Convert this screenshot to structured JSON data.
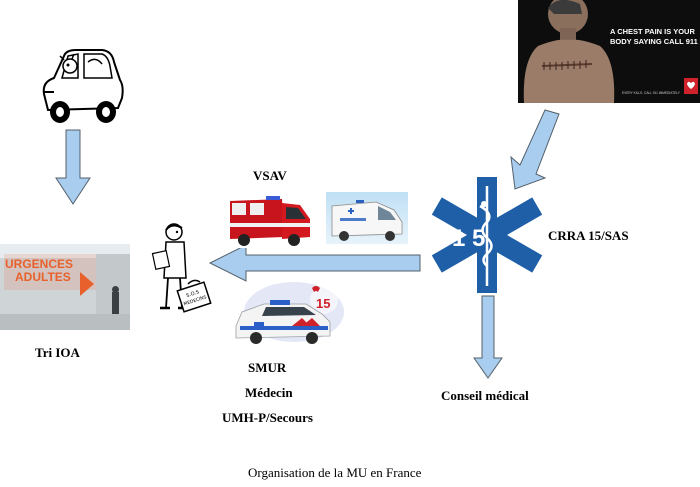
{
  "labels": {
    "tri": "Tri IOA",
    "vsav": "VSAV",
    "crra": "CRRA 15/SAS",
    "smur": [
      "SMUR",
      "Médecin",
      "UMH-P/Secours"
    ],
    "conseil": "Conseil médical"
  },
  "caption": "Organisation de la MU en France",
  "urgences_sign": [
    "URGENCES",
    "ADULTES"
  ],
  "star_of_life_text": "1 5",
  "smur_logo": "15",
  "sos_sign": [
    "S.O.S",
    "MEDECINS"
  ],
  "poster": {
    "headline": [
      "A CHEST PAIN IS YOUR",
      "BODY SAYING CALL 911"
    ],
    "footer": "EVERY KILLS. CALL 911 IMMEDIATELY"
  },
  "colors": {
    "arrow_fill": "#a9cdee",
    "arrow_stroke": "#54606b",
    "star_of_life": "#1e5fa8",
    "urgences_orange": "#e8612c"
  }
}
